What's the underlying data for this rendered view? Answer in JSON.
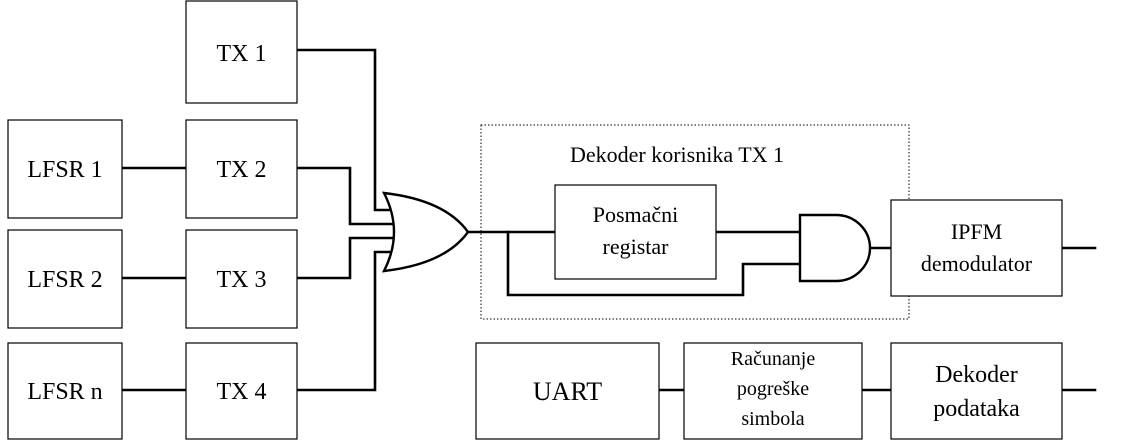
{
  "blocks": {
    "tx1": "TX 1",
    "tx2": "TX 2",
    "tx3": "TX 3",
    "tx4": "TX 4",
    "lfsr1": "LFSR 1",
    "lfsr2": "LFSR 2",
    "lfsrn": "LFSR n",
    "shift_register": [
      "Posmačni",
      "registar"
    ],
    "ipfm": [
      "IPFM",
      "demodulator"
    ],
    "uart": "UART",
    "error_calc": [
      "Računanje",
      "pogreške",
      "simbola"
    ],
    "data_decoder": [
      "Dekoder",
      "podataka"
    ]
  },
  "decoder_group": {
    "title": "Dekoder korisnika TX 1"
  }
}
